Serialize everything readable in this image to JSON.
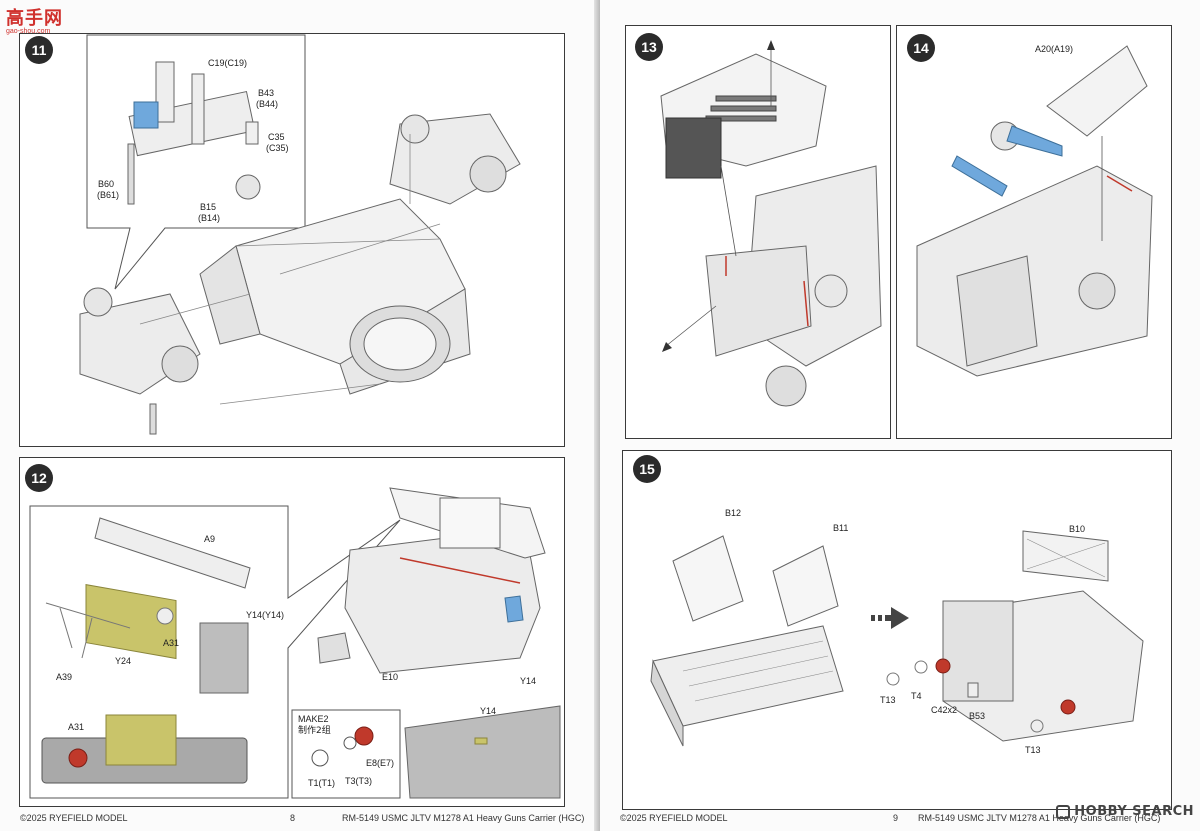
{
  "branding": {
    "top_left_logo": "高手网",
    "top_left_url": "gao-shou.com",
    "bottom_right_logo": "HOBBY SEARCH"
  },
  "left_page": {
    "step_11": {
      "number": "11",
      "labels": {
        "c19": "C19(C19)",
        "b43": "B43",
        "b44": "(B44)",
        "c35": "C35",
        "c35p": "(C35)",
        "b60": "B60",
        "b61": "(B61)",
        "b15": "B15",
        "b14": "(B14)"
      }
    },
    "step_12": {
      "number": "12",
      "labels": {
        "a9": "A9",
        "y14y14": "Y14(Y14)",
        "a31_top": "A31",
        "y24": "Y24",
        "a39": "A39",
        "a31_bottom": "A31",
        "e10": "E10",
        "y14_right": "Y14",
        "make2_en": "MAKE2",
        "make2_cn": "制作2组",
        "t1": "T1(T1)",
        "t3": "T3(T3)",
        "e8": "E8(E7)",
        "y14_fender": "Y14"
      }
    },
    "footer": {
      "copyright": "©2025 RYEFIELD MODEL",
      "page_number": "8",
      "title": "RM-5149 USMC JLTV M1278 A1 Heavy Guns Carrier (HGC)"
    }
  },
  "right_page": {
    "step_13": {
      "number": "13"
    },
    "step_14": {
      "number": "14",
      "labels": {
        "a20": "A20(A19)"
      }
    },
    "step_15": {
      "number": "15",
      "labels": {
        "b12": "B12",
        "b11": "B11",
        "b10": "B10",
        "t13_left": "T13",
        "t4": "T4",
        "c42": "C42x2",
        "b53": "B53",
        "t13_bottom": "T13"
      }
    },
    "footer": {
      "copyright": "©2025 RYEFIELD MODEL",
      "page_number": "9",
      "title": "RM-5149 USMC JLTV M1278 A1 Heavy Guns Carrier (HGC)"
    }
  },
  "colors": {
    "line_art": "#555555",
    "highlight_blue": "#6fa8dc",
    "etch_yellow": "#c9c46a",
    "paint_red": "#c0392b",
    "panel_border": "#3a3a3a"
  }
}
